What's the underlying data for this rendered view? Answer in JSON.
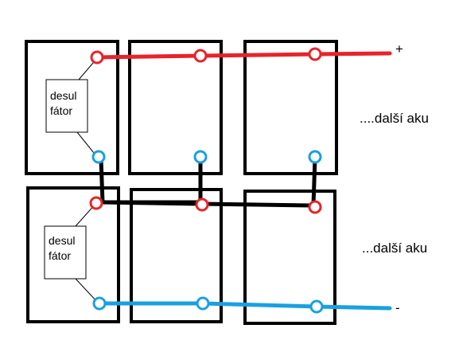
{
  "labels": {
    "plus": "+",
    "minus": "-",
    "more_top": "....další aku",
    "more_bottom": "...další aku",
    "desul_top_1": "desul",
    "desul_top_2": "fátor",
    "desul_bottom_1": "desul",
    "desul_bottom_2": "fátor"
  },
  "colors": {
    "positive": "#e8232a",
    "negative": "#1aa0e0",
    "link": "#000000",
    "box": "#000000"
  },
  "rows": [
    {
      "name": "top",
      "batteries": 3,
      "desulfator_on": 1
    },
    {
      "name": "bottom",
      "batteries": 3,
      "desulfator_on": 1
    }
  ]
}
